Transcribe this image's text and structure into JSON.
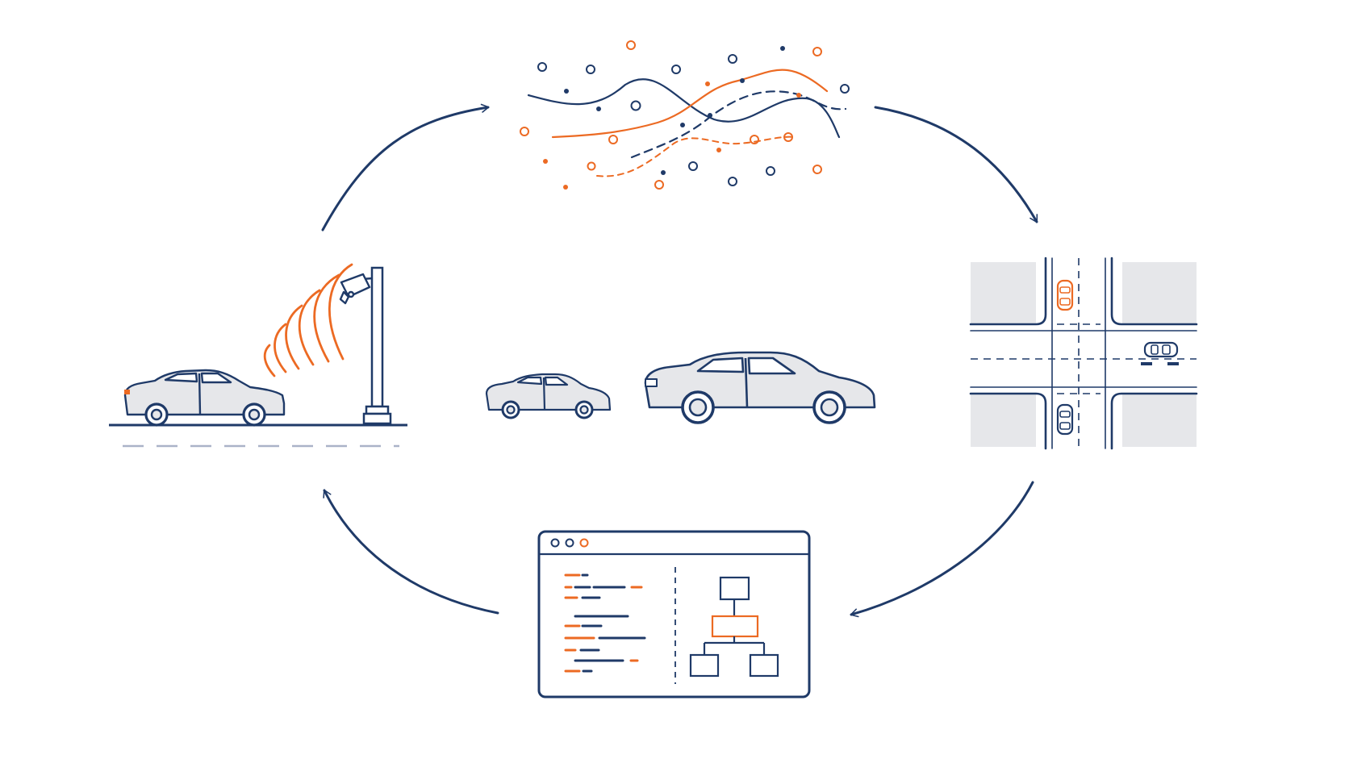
{
  "colors": {
    "navy": "#1f3a68",
    "orange": "#ec6a23",
    "light_gray": "#e6e7ea",
    "road_dash": "#aab3c8",
    "background": "#ffffff"
  },
  "diagram": {
    "type": "cycle",
    "stages": [
      "vehicle-sensing-camera",
      "noisy-signal-data",
      "intersection-traffic-map",
      "code-and-system-diagram"
    ],
    "center": "vehicles-pair",
    "arrow_direction": "clockwise"
  },
  "icons": {
    "sensing": [
      "car-icon",
      "camera-icon",
      "signal-waves-icon",
      "lamp-post-icon"
    ],
    "signal": [
      "data-points-icon",
      "waveform-icon"
    ],
    "map": [
      "intersection-icon",
      "car-top-view-icon"
    ],
    "code_window": [
      "window-dots-icon",
      "code-lines-icon",
      "tree-diagram-icon"
    ]
  }
}
